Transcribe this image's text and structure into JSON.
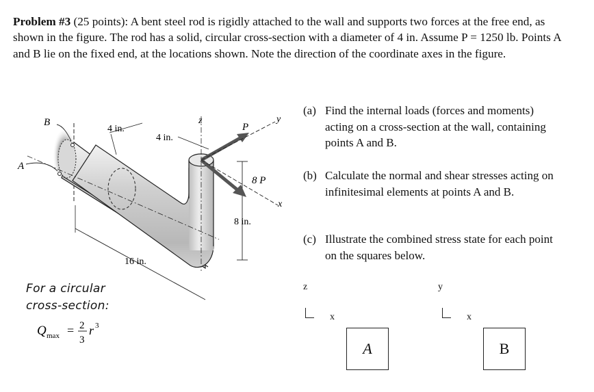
{
  "problem": {
    "heading": "Problem #3",
    "points": "(25 points):",
    "body": "A bent steel rod is rigidly attached to the wall and supports two forces at the free end, as shown in the figure.  The rod has a solid, circular cross-section with a diameter of 4 in.  Assume P = 1250 lb.  Points A and B lie on the fixed end, at the locations shown.  Note the direction of the coordinate axes in the figure."
  },
  "parts": [
    {
      "label": "(a)",
      "text": "Find the internal loads (forces and moments) acting on a cross-section at the wall, containing points A and B."
    },
    {
      "label": "(b)",
      "text": "Calculate the normal and shear stresses acting on infinitesimal elements at points A and B."
    },
    {
      "label": "(c)",
      "text": "Illustrate the combined stress state for each point on the squares below."
    }
  ],
  "figure": {
    "point_b": "B",
    "point_a": "A",
    "dim_4a": "4 in.",
    "dim_4b": "4 in.",
    "dim_8": "8 in.",
    "dim_16": "16 in.",
    "force_p": "P",
    "force_8p": "8 P",
    "axis_z": "z",
    "axis_y": "y",
    "axis_x": "x"
  },
  "note": {
    "line1": "For a circular",
    "line2": "cross-section:",
    "q_sym": "Q",
    "q_sub": "max",
    "num": "2",
    "den": "3",
    "r": "r",
    "exp": "3"
  },
  "stress_squares": [
    {
      "vertical_axis": "z",
      "horizontal_axis": "x",
      "label": "A"
    },
    {
      "vertical_axis": "y",
      "horizontal_axis": "x",
      "label": "B"
    }
  ]
}
